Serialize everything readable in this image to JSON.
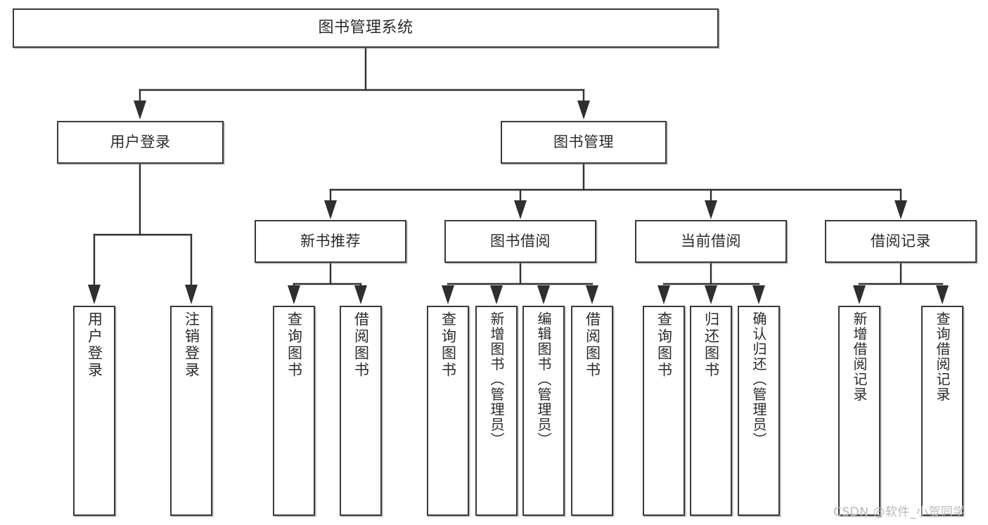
{
  "diagram": {
    "type": "tree",
    "title": "图书管理系统",
    "orientation": "top-down",
    "watermark": "CSDN @软件_小贺同学",
    "colors": {
      "box_border": "#3a3a3a",
      "box_fill": "#ffffff",
      "connector": "#2f2f2f",
      "text": "#2b2b2b",
      "watermark": "#b9b9b9",
      "background": "#ffffff"
    },
    "nodes": {
      "root": {
        "label": "图书管理系统"
      },
      "level1": [
        {
          "id": "user-login",
          "label": "用户登录"
        },
        {
          "id": "book-manage",
          "label": "图书管理"
        }
      ],
      "level2": [
        {
          "id": "new-book-rec",
          "label": "新书推荐",
          "parent": "book-manage"
        },
        {
          "id": "book-borrow",
          "label": "图书借阅",
          "parent": "book-manage"
        },
        {
          "id": "current-borrow",
          "label": "当前借阅",
          "parent": "book-manage"
        },
        {
          "id": "borrow-record",
          "label": "借阅记录",
          "parent": "book-manage"
        }
      ],
      "leaves": {
        "user-login": [
          {
            "id": "leaf-user-login",
            "label": "用户登录"
          },
          {
            "id": "leaf-user-logout",
            "label": "注销登录"
          }
        ],
        "new-book-rec": [
          {
            "id": "leaf-query-book-1",
            "label": "查询图书"
          },
          {
            "id": "leaf-borrow-book-1",
            "label": "借阅图书"
          }
        ],
        "book-borrow": [
          {
            "id": "leaf-query-book-2",
            "label": "查询图书"
          },
          {
            "id": "leaf-add-book",
            "label": "新增图书（管理员）"
          },
          {
            "id": "leaf-edit-book",
            "label": "编辑图书（管理员）"
          },
          {
            "id": "leaf-borrow-book-2",
            "label": "借阅图书"
          }
        ],
        "current-borrow": [
          {
            "id": "leaf-query-book-3",
            "label": "查询图书"
          },
          {
            "id": "leaf-return-book",
            "label": "归还图书"
          },
          {
            "id": "leaf-confirm-return",
            "label": "确认归还（管理员）"
          }
        ],
        "borrow-record": [
          {
            "id": "leaf-add-record",
            "label": "新增借阅记录"
          },
          {
            "id": "leaf-query-record",
            "label": "查询借阅记录"
          }
        ]
      }
    }
  }
}
